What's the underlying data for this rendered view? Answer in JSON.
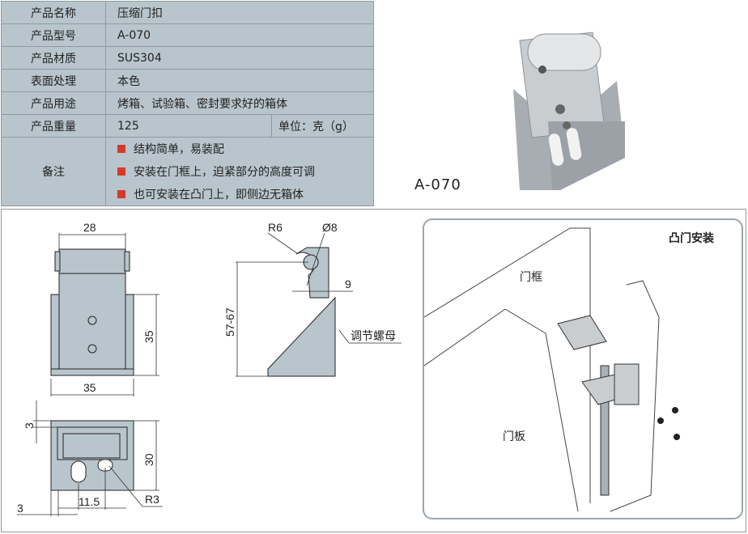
{
  "spec": {
    "rows": [
      {
        "label": "产品名称",
        "value": "压缩门扣"
      },
      {
        "label": "产品型号",
        "value": "A-070"
      },
      {
        "label": "产品材质",
        "value": "SUS304"
      },
      {
        "label": "表面处理",
        "value": "本色"
      },
      {
        "label": "产品用途",
        "value": "烤箱、试验箱、密封要求好的箱体"
      },
      {
        "label": "产品重量",
        "value": "125",
        "unit": "单位：克（g）"
      }
    ],
    "notes_label": "备注",
    "notes": [
      "结构简单，易装配",
      "安装在门框上，迫紧部分的高度可调",
      "也可安装在凸门上，即侧边无箱体"
    ]
  },
  "photo": {
    "model": "A-070"
  },
  "drawing": {
    "front": {
      "top_width": "28",
      "height": "35",
      "bottom_width": "35"
    },
    "side": {
      "radius": "R6",
      "diameter": "Ø8",
      "height": "57-67",
      "offset": "9",
      "nut_label": "调节螺母"
    },
    "top": {
      "edge": "3",
      "depth": "30",
      "left": "3",
      "slot": "11.5",
      "radius": "R3"
    }
  },
  "install": {
    "title": "凸门安装",
    "frame_label": "门框",
    "door_label": "门板"
  },
  "colors": {
    "cell": "#b8c5cc",
    "bullet": "#d33a2c",
    "part": "#b8c5cc"
  }
}
